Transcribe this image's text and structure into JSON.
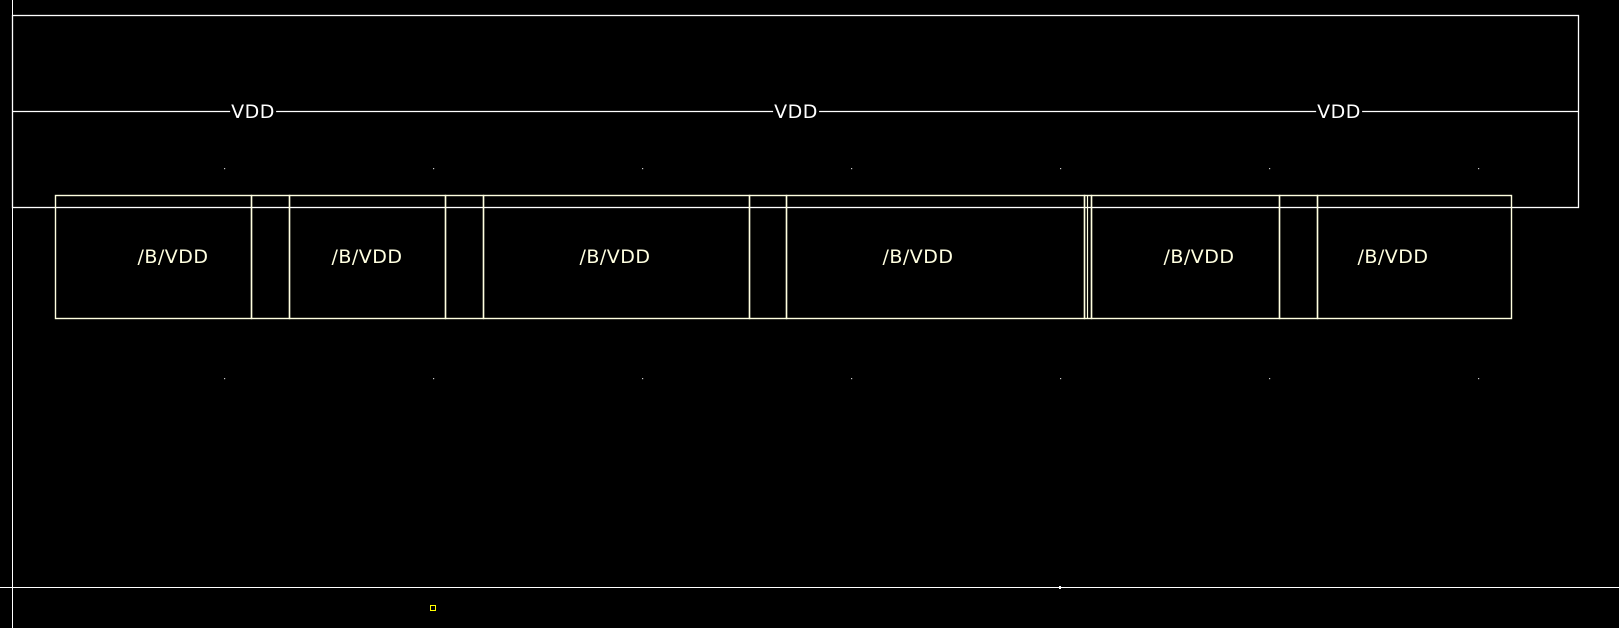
{
  "window": {
    "background": "#000000",
    "wire_color": "#ffffff",
    "cell_color": "#ffffe0",
    "marker_color": "#ffff00",
    "dot_color": "#c8c8c8"
  },
  "power_rail": {
    "labels": [
      "VDD",
      "VDD",
      "VDD"
    ]
  },
  "cells": [
    {
      "label": "/B/VDD"
    },
    {
      "label": "/B/VDD"
    },
    {
      "label": "/B/VDD"
    },
    {
      "label": "/B/VDD"
    },
    {
      "label": "/B/VDD"
    },
    {
      "label": "/B/VDD"
    }
  ]
}
